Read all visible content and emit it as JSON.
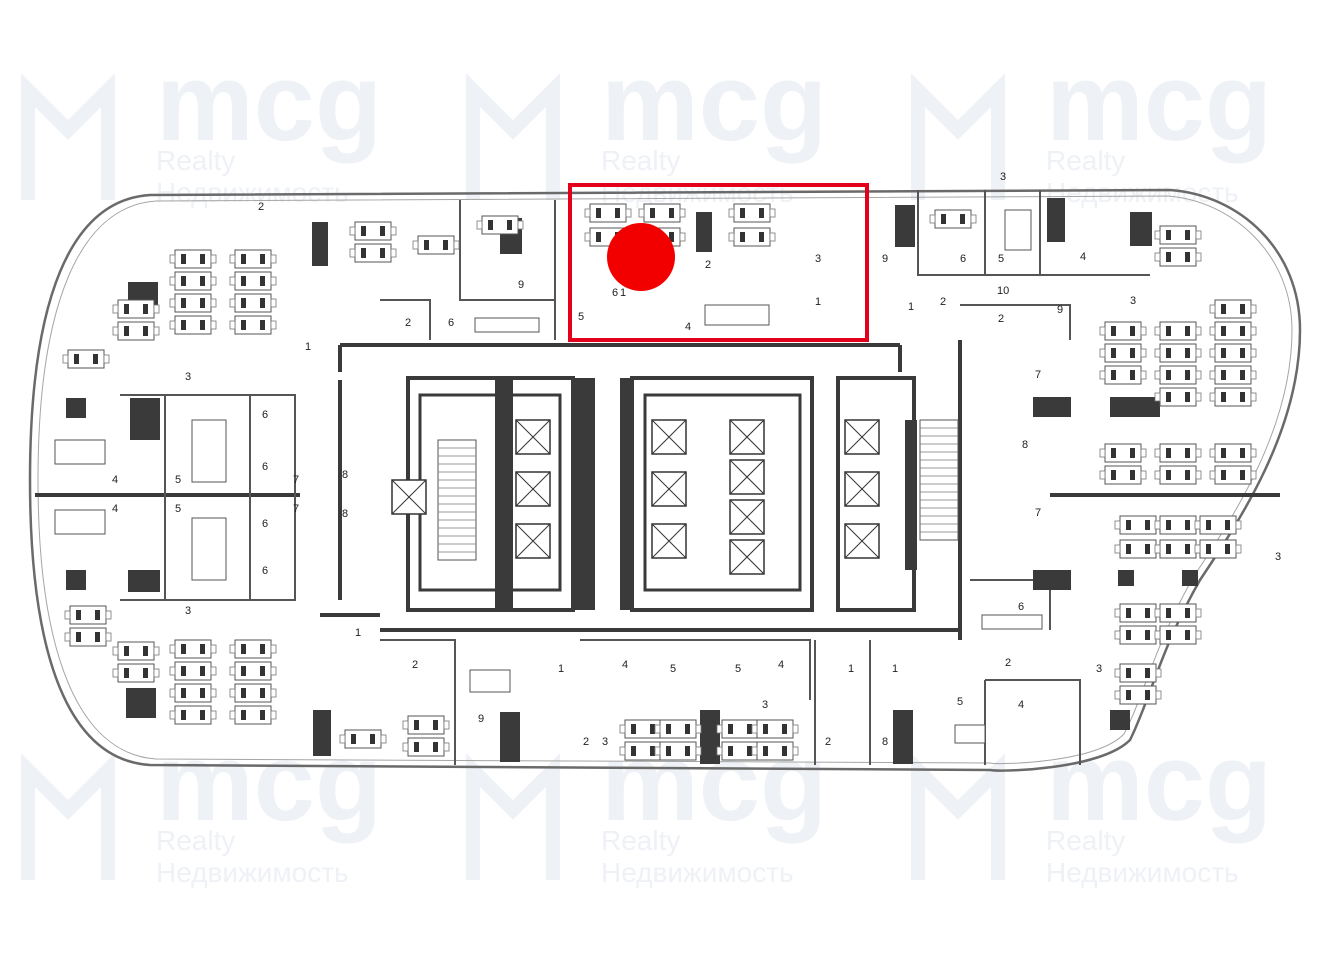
{
  "watermark": {
    "brand": "mcg",
    "line1": "Realty",
    "line2": "Недвижимость"
  },
  "colors": {
    "highlight": "#e3001b",
    "marker": "#f20000",
    "walls": "#3a3a3a",
    "watermark": "#eef1f5"
  },
  "rooms": [
    "1",
    "1",
    "1",
    "1",
    "1",
    "1",
    "1",
    "1",
    "2",
    "2",
    "2",
    "2",
    "2",
    "2",
    "2",
    "2",
    "2",
    "3",
    "3",
    "3",
    "3",
    "3",
    "3",
    "3",
    "3",
    "3",
    "4",
    "4",
    "4",
    "4",
    "4",
    "4",
    "4",
    "5",
    "5",
    "5",
    "5",
    "5",
    "5",
    "5",
    "6",
    "6",
    "6",
    "6",
    "6",
    "6",
    "6",
    "6",
    "7",
    "7",
    "7",
    "7",
    "8",
    "8",
    "8",
    "8",
    "9",
    "9",
    "9",
    "9",
    "10"
  ]
}
